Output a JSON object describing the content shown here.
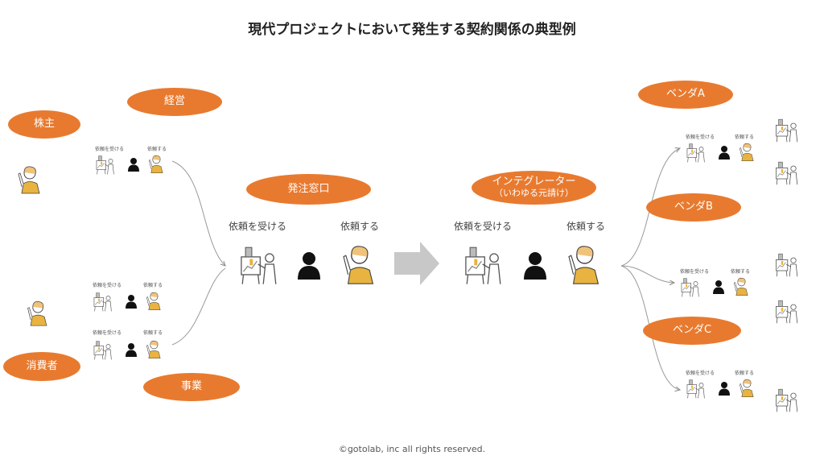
{
  "title": "現代プロジェクトにおいて発生する契約関係の典型例",
  "left_groups": {
    "shareholder": "株主",
    "management": "経営",
    "consumer": "消費者",
    "business": "事業"
  },
  "center": {
    "ordering_window": "発注窓口",
    "integrator_line1": "インテグレーター",
    "integrator_line2": "（いわゆる元請け）"
  },
  "vendors": {
    "a": "ベンダA",
    "b": "ベンダB",
    "c": "ベンダC"
  },
  "roles": {
    "receive": "依頼を受ける",
    "request": "依頼する"
  },
  "footer": "©gotolab, inc  all rights reserved.",
  "colors": {
    "accent": "#e87a2f",
    "person_skin": "#f0c27a",
    "person_shirt": "#e8b340",
    "arrow_gray": "#c8c8c8"
  }
}
